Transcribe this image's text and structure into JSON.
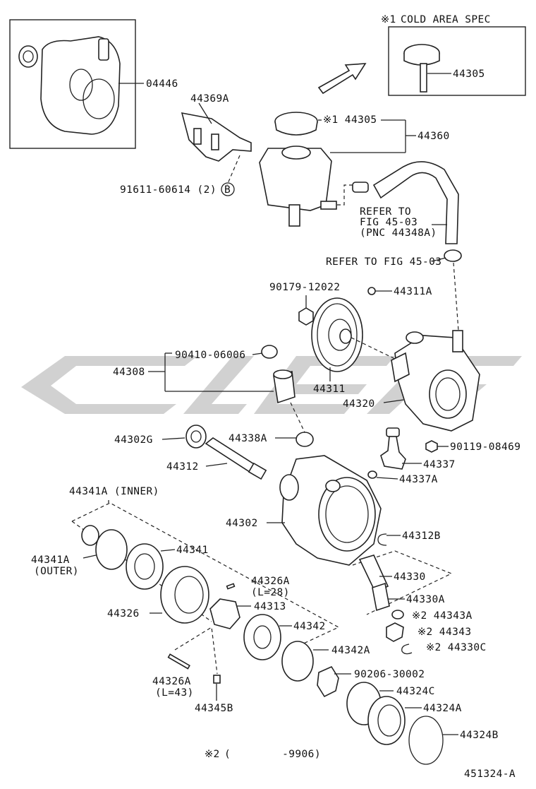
{
  "diagram_id": "451324-A",
  "footnote_mark": "※2",
  "footnote_range": "(        -9906)",
  "cold_spec": {
    "mark": "※1",
    "title": "COLD AREA SPEC",
    "part": "44305"
  },
  "labels": {
    "l04446": "04446",
    "l44369A": "44369A",
    "l44305": "※1 44305",
    "l44360": "44360",
    "l91611": "91611-60614 (2)",
    "bMark": "B",
    "ref1a": "REFER TO",
    "ref1b": "FIG 45-03",
    "ref1c": "(PNC 44348A)",
    "ref2": "REFER TO FIG 45-03",
    "l90179": "90179-12022",
    "l44311A": "44311A",
    "l90410": "90410-06006",
    "l44308": "44308",
    "l44311": "44311",
    "l44320": "44320",
    "l44338A": "44338A",
    "l44302G": "44302G",
    "l90119": "90119-08469",
    "l44312": "44312",
    "l44337": "44337",
    "l44337A": "44337A",
    "l44341Ai": "44341A (INNER)",
    "l44302": "44302",
    "l44312B": "44312B",
    "l44341Ao1": "44341A",
    "l44341Ao2": "(OUTER)",
    "l44341": "44341",
    "l44330": "44330",
    "l44326A1a": "44326A",
    "l44326A1b": "(L=28)",
    "l44330A": "44330A",
    "l44326": "44326",
    "l44313": "44313",
    "l44343A": "※2 44343A",
    "l44342": "44342",
    "l44343": "※2 44343",
    "l44330C": "※2 44330C",
    "l44342A": "44342A",
    "l90206": "90206-30002",
    "l44326A2a": "44326A",
    "l44326A2b": "(L=43)",
    "l44324C": "44324C",
    "l44345B": "44345B",
    "l44324A": "44324A",
    "l44324B": "44324B"
  }
}
